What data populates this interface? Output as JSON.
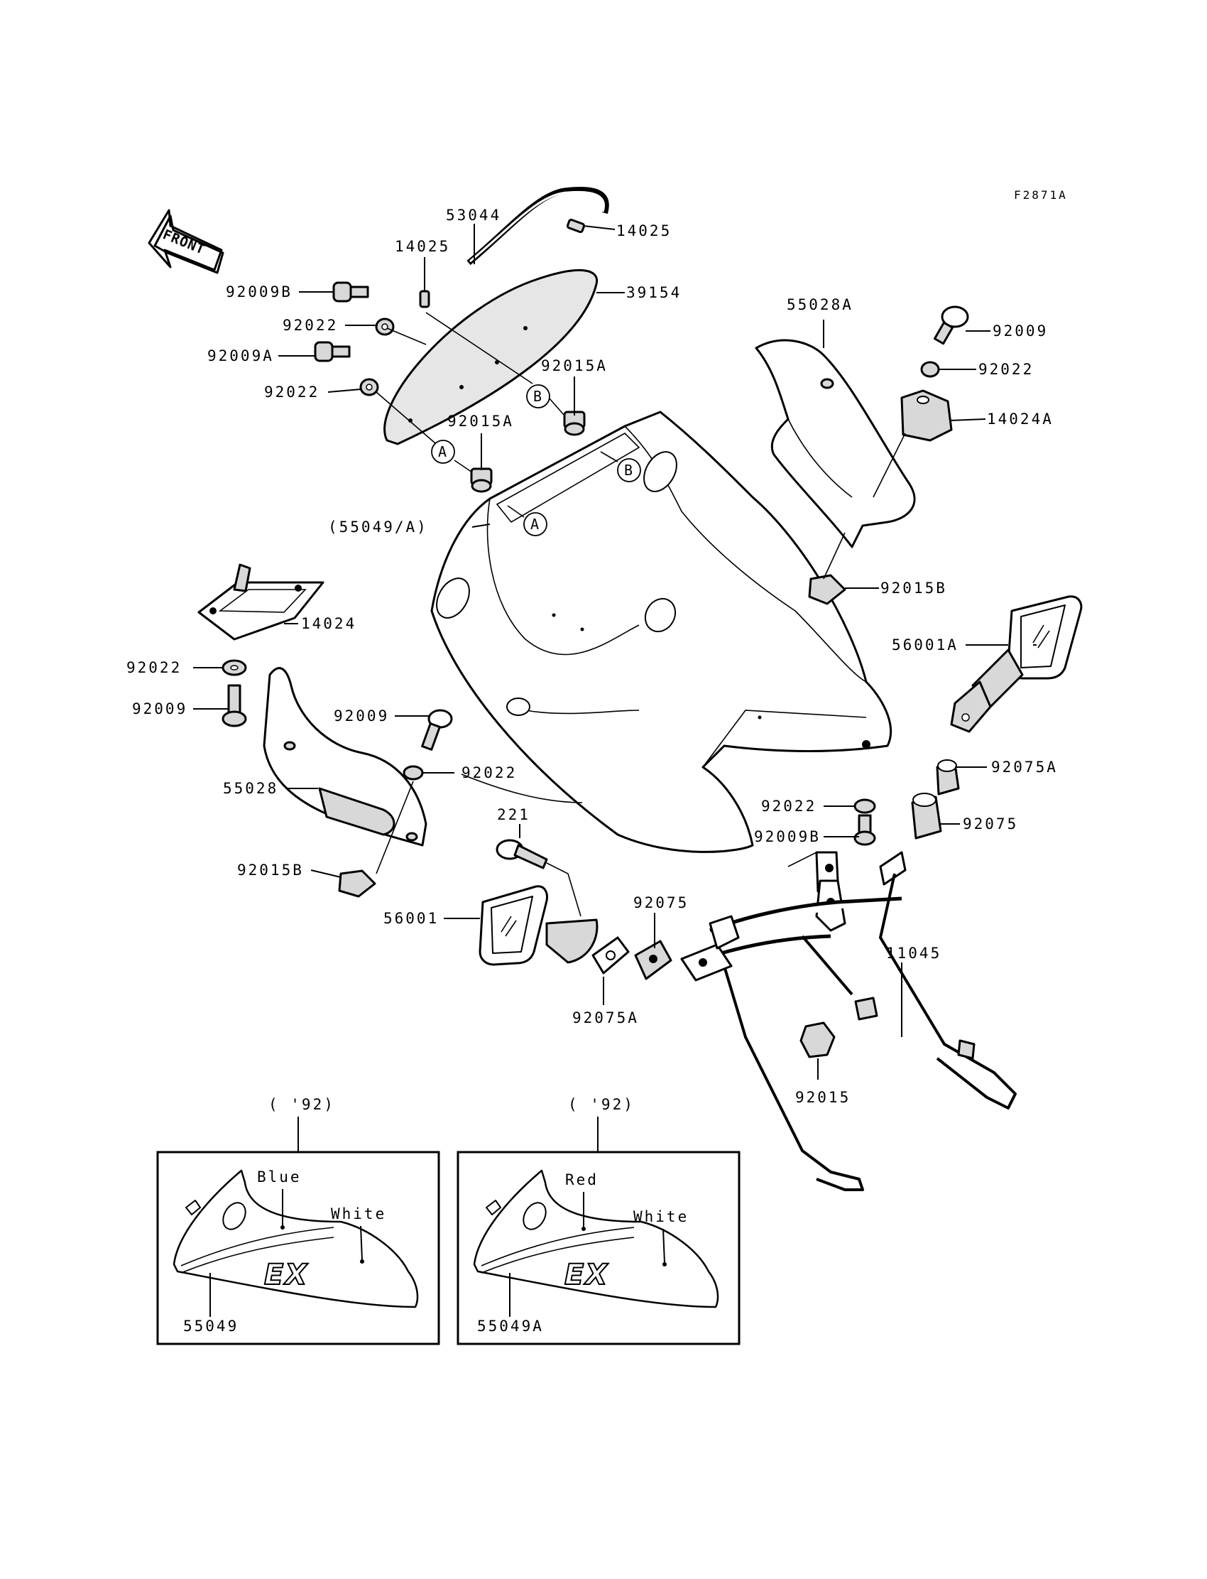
{
  "figure_code": "F2871A",
  "front_label": "FRONT",
  "parts": {
    "p53044": "53044",
    "p14025_left": "14025",
    "p14025_right": "14025",
    "p92009B_top": "92009B",
    "p39154": "39154",
    "p92022_a": "92022",
    "p92009A": "92009A",
    "p92022_b": "92022",
    "p92015A_right": "92015A",
    "p92015A_left": "92015A",
    "p55028A": "55028A",
    "p92009_topright": "92009",
    "p92022_topright": "92022",
    "p14024A": "14024A",
    "p55049A_main": "(55049/A)",
    "p92015B_right": "92015B",
    "p14024": "14024",
    "p56001A": "56001A",
    "p92022_left": "92022",
    "p92009_left": "92009",
    "p92009_mid": "92009",
    "p92022_mid": "92022",
    "p55028": "55028",
    "p92022_right": "92022",
    "p92075A_right": "92075A",
    "p221": "221",
    "p92009B_right": "92009B",
    "p92075_right": "92075",
    "p92015B_left": "92015B",
    "p56001": "56001",
    "p92075_mid": "92075",
    "p11045": "11045",
    "p92075A_mid": "92075A",
    "p92015": "92015"
  },
  "callouts": {
    "a1": "A",
    "a2": "A",
    "b1": "B",
    "b2": "B"
  },
  "insets": {
    "left": {
      "year": "( '92)",
      "color1": "Blue",
      "color2": "White",
      "part": "55049"
    },
    "right": {
      "year": "( '92)",
      "color1": "Red",
      "color2": "White",
      "part": "55049A"
    }
  }
}
